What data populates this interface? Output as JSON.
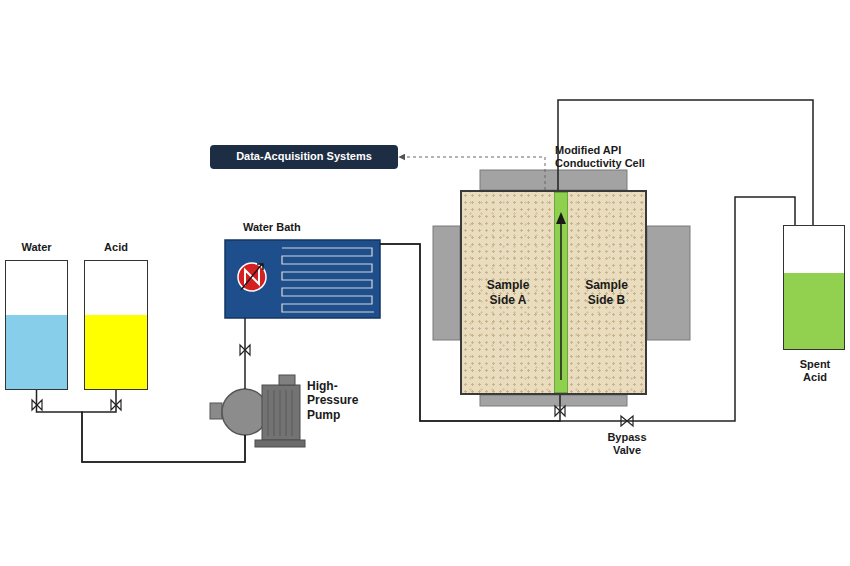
{
  "diagram": {
    "nodes": [
      {
        "text": [
          "Data-Acquisition Systems"
        ]
      },
      {
        "text": [
          "Modified API Conductivity Cell"
        ]
      },
      {
        "text": [
          "Sample Side A"
        ],
        "in": 1
      },
      {
        "text": [
          "Sample Side B"
        ],
        "in": 1
      },
      {
        "text": [
          "Water"
        ]
      },
      {
        "text": [
          "Acid"
        ]
      },
      {
        "text": [
          "Water Bath"
        ]
      },
      {
        "text": [
          "High-Pressure Pump"
        ]
      },
      {
        "text": [
          "Spent Acid"
        ]
      }
    ],
    "edges": [
      {
        "from": 4,
        "to": 7,
        "arrow": "none"
      },
      {
        "from": 5,
        "to": 7,
        "arrow": "none"
      },
      {
        "from": 7,
        "to": 6,
        "arrow": "none"
      },
      {
        "from": 6,
        "to": 1,
        "arrow": "none"
      },
      {
        "from": 6,
        "to": 8,
        "arrow": "none"
      },
      {
        "from": 1,
        "to": 8,
        "arrow": "none"
      },
      {
        "from": 1,
        "to": 0,
        "arrow": "to"
      }
    ],
    "labels": [
      "Bypass Valve"
    ]
  }
}
